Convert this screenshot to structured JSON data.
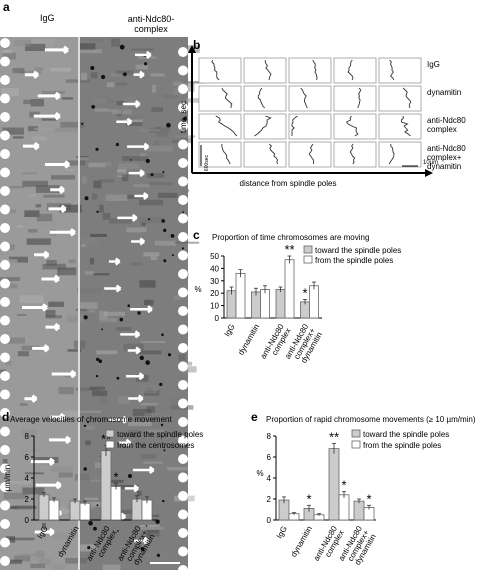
{
  "panel_a": {
    "label": "a",
    "col1_title": "IgG",
    "col2_title": "anti-Ndc80-\ncomplex"
  },
  "panel_b": {
    "label": "b",
    "row_labels": [
      "IgG",
      "dynamitin",
      "anti-Ndc80\ncomplex",
      "anti-Ndc80\ncomplex+\ndynamitin"
    ],
    "ylabel": "time, sec",
    "xlabel": "distance from spindle poles",
    "time_scale": "600sec",
    "dist_scale": "10µm"
  },
  "panel_c": {
    "label": "c"
  },
  "panel_d": {
    "label": "d"
  },
  "panel_e": {
    "label": "e"
  },
  "chart_data": [
    {
      "id": "c",
      "type": "bar",
      "title": "Proportion of  time chromosomes are moving",
      "ylabel": "%",
      "xlabel": "",
      "ylim": [
        0,
        50
      ],
      "yticks": [
        0,
        10,
        20,
        30,
        40,
        50
      ],
      "categories": [
        "IgG",
        "dynamitin",
        "anti-Ndc80\ncomplex",
        "anti-Ndc80\ncomplex+\ndynamitin"
      ],
      "series": [
        {
          "name": "toward the spindle poles",
          "color": "#cccccc",
          "values": [
            22,
            21,
            23,
            13
          ],
          "errors": [
            3,
            3,
            2,
            2
          ]
        },
        {
          "name": "from the spindle poles",
          "color": "#ffffff",
          "values": [
            36,
            23,
            47,
            26
          ],
          "errors": [
            3,
            3,
            3,
            3
          ]
        }
      ],
      "annotations": [
        {
          "text": "**",
          "category": 2,
          "series": 1
        },
        {
          "text": "*",
          "category": 3,
          "series": 0
        }
      ],
      "legend": "top-right"
    },
    {
      "id": "d",
      "type": "bar",
      "title": "Average velocities of chromosome movement",
      "ylabel": "µm/min",
      "xlabel": "",
      "ylim": [
        0,
        8
      ],
      "yticks": [
        0,
        2,
        4,
        6,
        8
      ],
      "categories": [
        "IgG",
        "dynamitin",
        "anti-Ndc80\ncomplex",
        "anti-Ndc80\ncomplex+\ndynamitin"
      ],
      "series": [
        {
          "name": "toward the spindle poles",
          "color": "#cccccc",
          "values": [
            2.4,
            1.8,
            6.6,
            2.0
          ],
          "errors": [
            0.2,
            0.2,
            0.5,
            0.3
          ]
        },
        {
          "name": "from the centrosomes",
          "color": "#ffffff",
          "values": [
            1.9,
            1.6,
            3.2,
            1.9
          ],
          "errors": [
            0.2,
            0.2,
            0.3,
            0.3
          ]
        }
      ],
      "annotations": [
        {
          "text": "**",
          "category": 2,
          "series": 0
        },
        {
          "text": "*",
          "category": 2,
          "series": 1
        }
      ],
      "legend": "top-right"
    },
    {
      "id": "e",
      "type": "bar",
      "title": "Proportion of rapid chromosome movements (≥   10 µm/min)",
      "ylabel": "%",
      "xlabel": "",
      "ylim": [
        0,
        8
      ],
      "yticks": [
        0,
        2,
        4,
        6,
        8
      ],
      "categories": [
        "IgG",
        "dynamitin",
        "anti-Ndc80\ncomplex",
        "anti-Ndc80\ncomplex+\ndynamitin"
      ],
      "series": [
        {
          "name": "toward the spindle poles",
          "color": "#cccccc",
          "values": [
            1.9,
            1.1,
            6.8,
            1.8
          ],
          "errors": [
            0.3,
            0.3,
            0.5,
            0.2
          ]
        },
        {
          "name": "from the spindle poles",
          "color": "#ffffff",
          "values": [
            0.6,
            0.5,
            2.4,
            1.2
          ],
          "errors": [
            0.1,
            0.1,
            0.3,
            0.2
          ]
        }
      ],
      "annotations": [
        {
          "text": "*",
          "category": 1,
          "series": 0
        },
        {
          "text": "**",
          "category": 2,
          "series": 0
        },
        {
          "text": "*",
          "category": 2,
          "series": 1
        },
        {
          "text": "*",
          "category": 3,
          "series": 1
        }
      ],
      "legend": "top-right"
    }
  ]
}
